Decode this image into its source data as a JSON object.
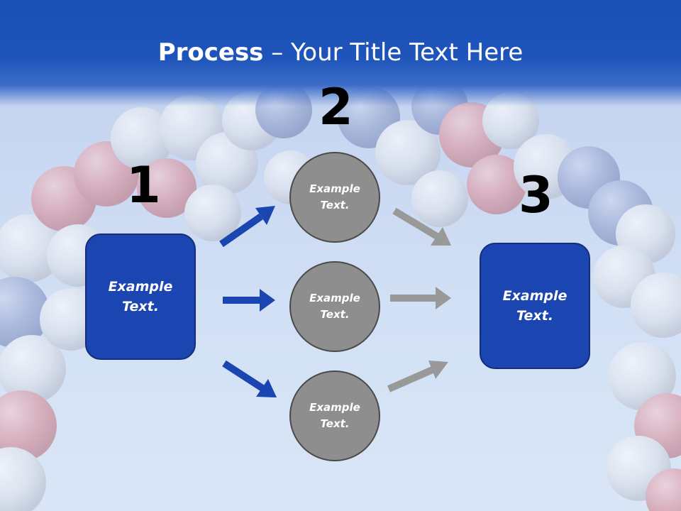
{
  "title": {
    "bold": "Process",
    "rest": " – Your Title Text Here"
  },
  "steps": {
    "one": "1",
    "two": "2",
    "three": "3"
  },
  "box_left": "Example\nText.",
  "box_right": "Example\nText.",
  "circles": [
    "Example\nText.",
    "Example\nText.",
    "Example\nText."
  ],
  "colors": {
    "title_bar": "#1f55bb",
    "box_fill": "#1b45b0",
    "circle_fill": "#8e8e8e",
    "arrow_blue": "#1b45b0",
    "arrow_gray": "#999999"
  }
}
